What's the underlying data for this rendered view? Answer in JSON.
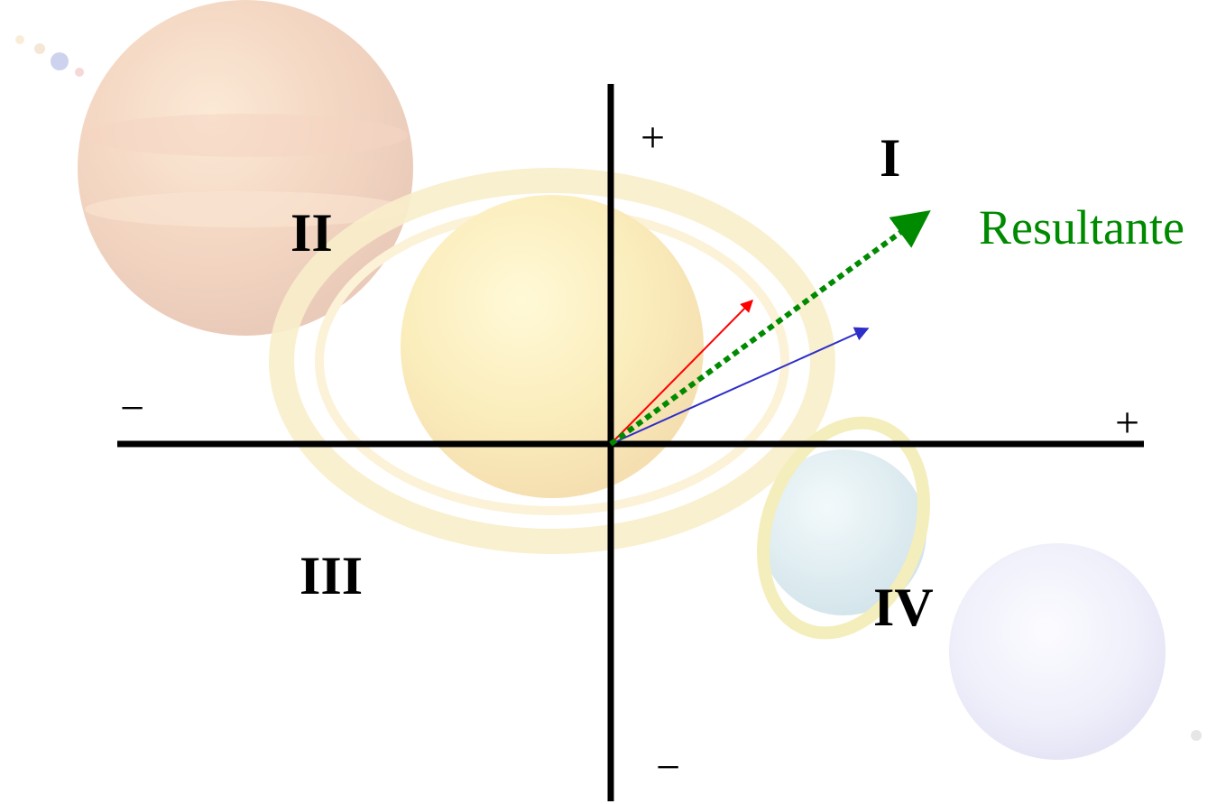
{
  "quadrants": {
    "q1": "I",
    "q2": "II",
    "q3": "III",
    "q4": "IV"
  },
  "signs": {
    "y_positive": "+",
    "y_negative": "−",
    "x_positive": "+",
    "x_negative": "−"
  },
  "vectors": {
    "resultant_label": "Resultante",
    "colors": {
      "vector_a": "#ff0000",
      "vector_b": "#2e2ec8",
      "resultant": "#008a00",
      "axes": "#000000"
    }
  },
  "background": {
    "icons": [
      "planet-orange-icon",
      "planet-yellow-ringed-icon",
      "planet-blue-ringed-icon",
      "planet-lavender-icon",
      "small-dots-icon"
    ]
  }
}
